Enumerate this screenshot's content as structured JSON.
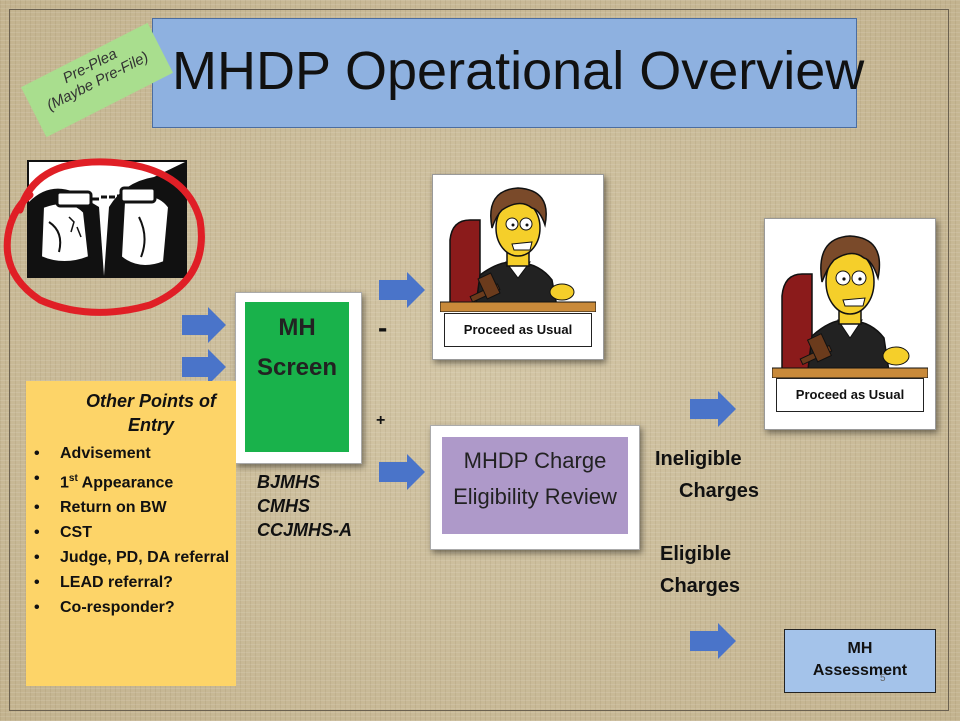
{
  "slide": {
    "title": "MHDP Operational Overview",
    "pre_plea_tag": {
      "line1": "Pre-Plea",
      "line2": "(Maybe Pre-File)"
    },
    "page_number": "5"
  },
  "mh_screen": {
    "line1": "MH",
    "line2": "Screen"
  },
  "signs": {
    "negative": "-",
    "positive": "+"
  },
  "agencies": [
    "BJMHS",
    "CMHS",
    "CCJMHS-A"
  ],
  "judge_top": {
    "label": "Proceed as Usual"
  },
  "judge_right": {
    "label": "Proceed as Usual"
  },
  "charge_review": {
    "line1": "MHDP Charge",
    "line2": "Eligibility Review"
  },
  "conditions": {
    "ineligible_line1": "Ineligible",
    "ineligible_line2": "Charges",
    "eligible_line1": "Eligible",
    "eligible_line2": "Charges"
  },
  "mh_assessment": {
    "line1": "MH",
    "line2": "Assessment"
  },
  "entry_points": {
    "title_line1": "Other Points of",
    "title_line2": "Entry",
    "bullet": "•",
    "items": [
      {
        "text": "Advisement"
      },
      {
        "text_pre": "1",
        "sup": "st",
        "text_post": " Appearance"
      },
      {
        "text": "Return on BW"
      },
      {
        "text": "CST"
      },
      {
        "text": "Judge, PD, DA referral"
      },
      {
        "text": "LEAD referral?"
      },
      {
        "text": "Co-responder?"
      }
    ]
  },
  "colors": {
    "title_bg": "#8eb1e0",
    "screen_green": "#19b24b",
    "review_purple": "#ae99c9",
    "entry_yellow": "#fdd468",
    "assess_blue": "#a4c3ea",
    "arrow_blue": "#4a74c9",
    "circle_red": "#e01f26",
    "tag_green": "#a9de8e"
  },
  "icons": [
    "handcuffs-icon",
    "judge-illustration",
    "arrow-right-icon"
  ]
}
